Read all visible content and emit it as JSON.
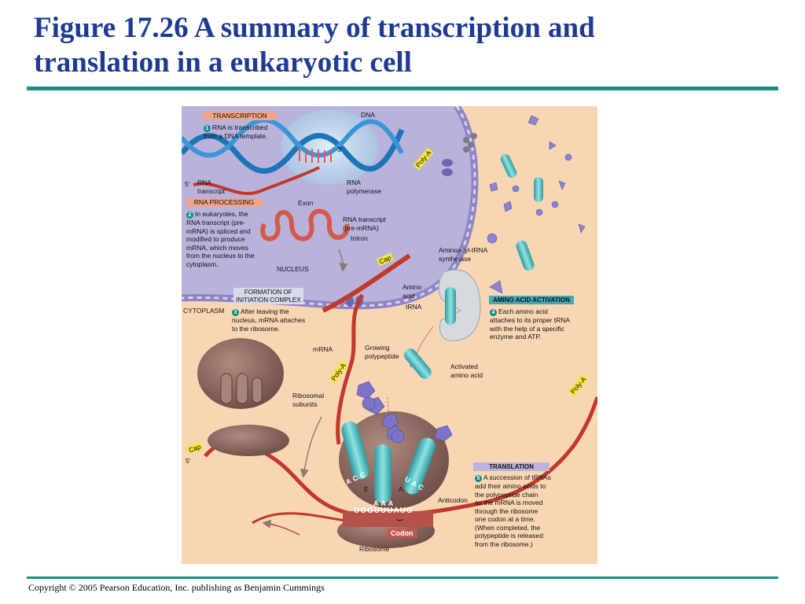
{
  "slide": {
    "title_line1": "Figure 17.26 A summary of transcription and",
    "title_line2": "translation in a eukaryotic cell",
    "copyright": "Copyright © 2005 Pearson Education, Inc. publishing as Benjamin Cummings"
  },
  "figure": {
    "dna": "DNA",
    "three_prime": "3′",
    "five_prime_top": "5′",
    "five_prime_bottom": "5′",
    "poly_a_nucleus": "Poly-A",
    "poly_a_cyto_left": "Poly-A",
    "poly_a_cyto_right": "Poly-A",
    "cap_nucleus": "Cap",
    "cap_cyto": "Cap",
    "rna_transcript": "RNA\ntranscript",
    "rna_polymerase": "RNA\npolymerase",
    "exon": "Exon",
    "pre_mrna": "RNA transcript\n(pre-mRNA)",
    "intron": "Intron",
    "nucleus": "NUCLEUS",
    "cytoplasm": "CYTOPLASM",
    "aminoacyl_synthetase": "Aminoacyl-tRNA\nsynthetase",
    "amino_acid": "Amino\nacid",
    "trna": "tRNA",
    "mrna": "mRNA",
    "growing_polypeptide": "Growing\npolypeptide",
    "activated_amino_acid": "Activated\namino acid",
    "ribosomal_subunits": "Ribosomal\nsubunits",
    "e_site": "E",
    "a_site": "A",
    "anticodon": "Anticodon",
    "codon": "Codon",
    "ribosome": "Ribosome",
    "seq_acc": "A C C",
    "seq_aaa": "A A A",
    "seq_uac": "U A C",
    "seq_mrna": "UGGUUUAUG"
  },
  "steps": {
    "transcription": {
      "header": "TRANSCRIPTION",
      "num": "1",
      "text": "RNA is transcribed\nfrom a DNA template."
    },
    "processing": {
      "header": "RNA PROCESSING",
      "num": "2",
      "text": "In eukaryotes, the\nRNA transcript (pre-\nmRNA) is spliced and\nmodified to produce\nmRNA, which moves\nfrom the nucleus to the\ncytoplasm."
    },
    "formation": {
      "header": "FORMATION OF\nINITIATION COMPLEX",
      "num": "3",
      "text": "After leaving the\nnucleus, mRNA attaches\nto the ribosome."
    },
    "activation": {
      "header": "AMINO ACID ACTIVATION",
      "num": "4",
      "text": "Each amino acid\nattaches to its proper tRNA\nwith the help of a specific\nenzyme and ATP."
    },
    "translation": {
      "header": "TRANSLATION",
      "num": "5",
      "text": "A succession of tRNAs\nadd their amino acids to\nthe polypeptide chain\nas the mRNA is moved\nthrough the ribosome\none codon at a time.\n(When completed, the\npolypeptide is released\nfrom the ribosome.)"
    }
  },
  "colors": {
    "cytoplasm": "#f9d6b3",
    "nucleus": "#b9b3dc",
    "mrna": "#c0392b",
    "dna": "#1d74b8",
    "ribosome": "#8d6e67",
    "trna": "#4fc1c4",
    "title": "#1f3a93",
    "rule": "#1a8f86"
  }
}
